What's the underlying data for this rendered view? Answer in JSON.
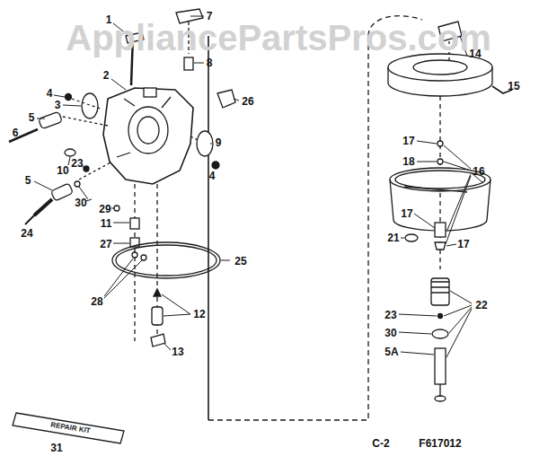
{
  "diagram": {
    "labels": [
      "AppliancePartsPros.com",
      "1",
      "7",
      "2",
      "8",
      "4",
      "26",
      "3",
      "9",
      "4",
      "5",
      "6",
      "10",
      "23",
      "5",
      "24",
      "30",
      "29",
      "11",
      "27",
      "25",
      "28",
      "12",
      "13",
      "REPAIR KIT",
      "31",
      "14",
      "15",
      "17",
      "18",
      "16",
      "17",
      "21",
      "17",
      "22",
      "23",
      "30",
      "5A",
      "C-2",
      "F617012"
    ]
  }
}
